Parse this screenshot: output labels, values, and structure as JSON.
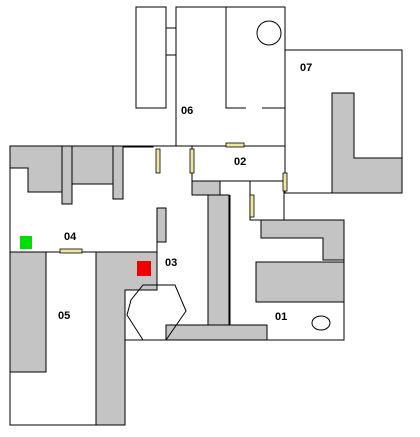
{
  "map": {
    "rooms": [
      {
        "id": "room-01",
        "label": "01"
      },
      {
        "id": "room-02",
        "label": "02"
      },
      {
        "id": "room-03",
        "label": "03"
      },
      {
        "id": "room-04",
        "label": "04"
      },
      {
        "id": "room-05",
        "label": "05"
      },
      {
        "id": "room-06",
        "label": "06"
      },
      {
        "id": "room-07",
        "label": "07"
      }
    ],
    "markers": [
      {
        "name": "green-marker",
        "color": "#00e000"
      },
      {
        "name": "red-marker",
        "color": "#ee0000"
      }
    ],
    "colors": {
      "wall": "#000000",
      "solid": "#c4c4c4",
      "door": "#f0e6a0",
      "floor": "#ffffff"
    }
  }
}
